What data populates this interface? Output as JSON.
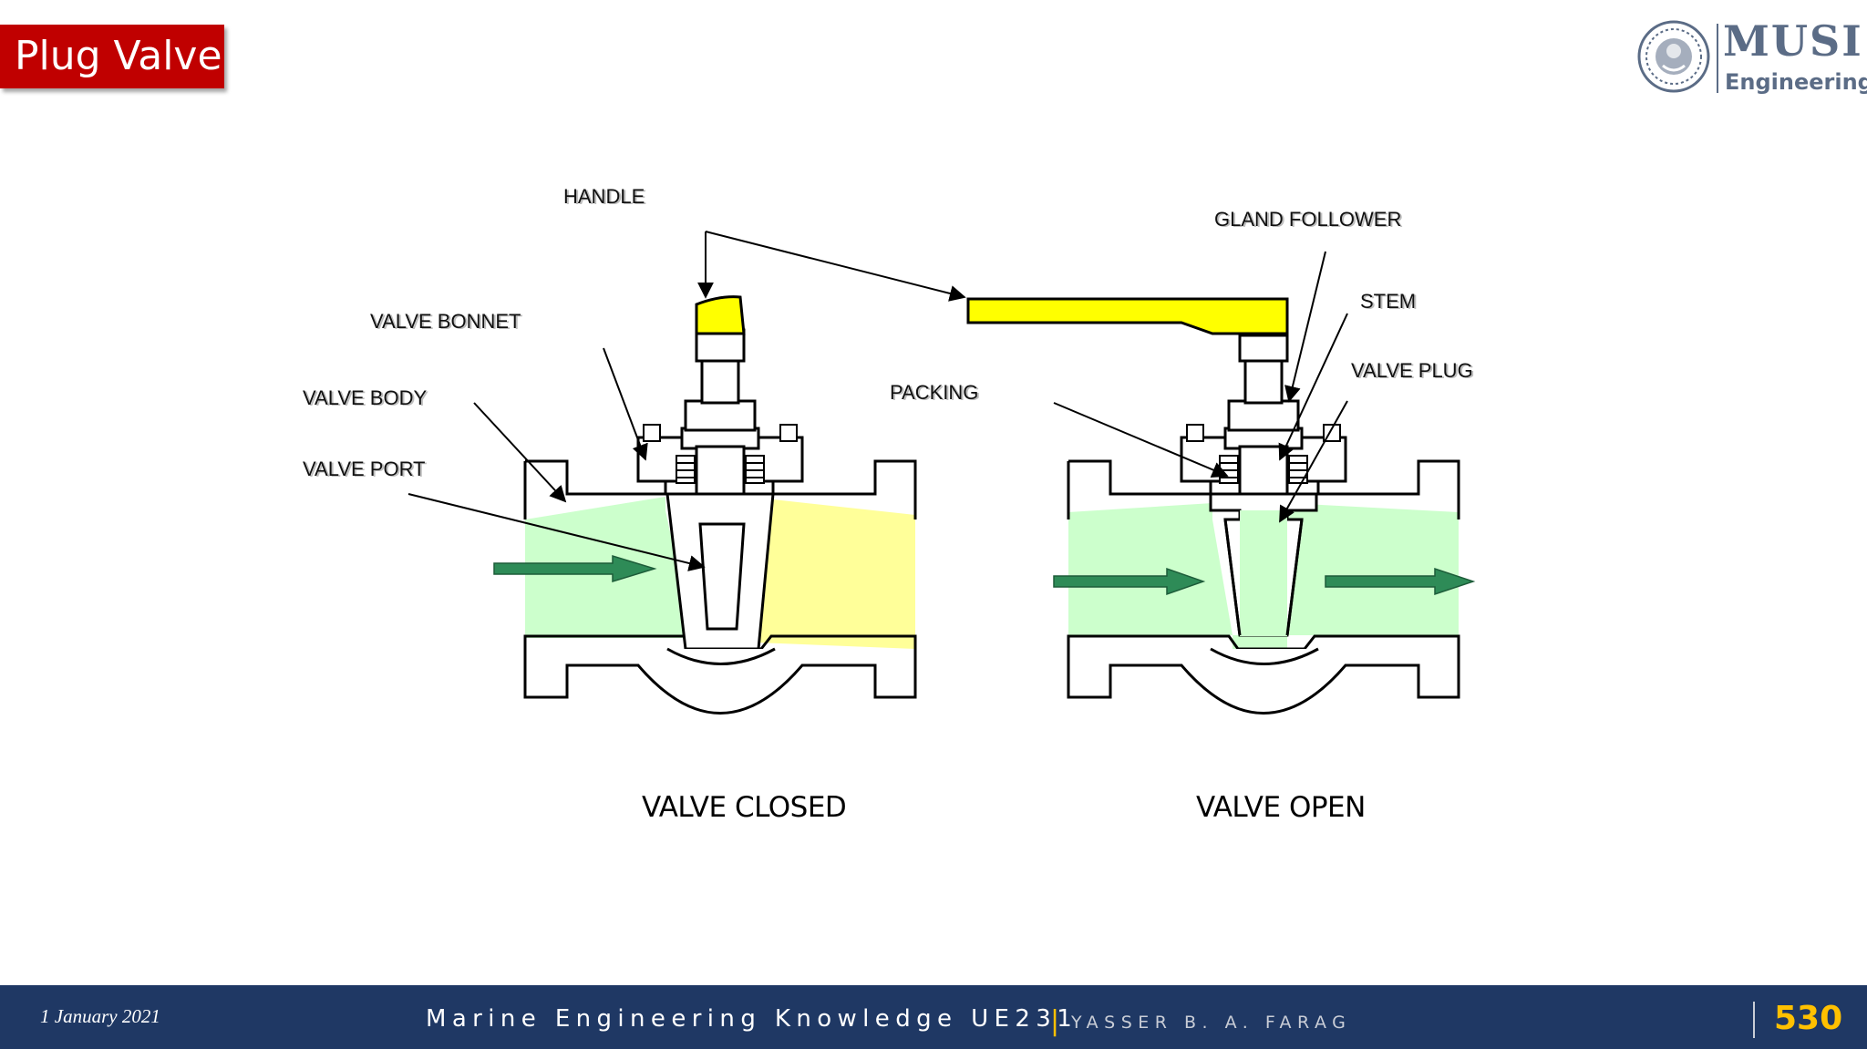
{
  "slide": {
    "title": "Plug Valve"
  },
  "logo": {
    "name": "MUSI",
    "subtitle": "Engineering"
  },
  "labels": {
    "handle": "HANDLE",
    "gland_follower": "GLAND FOLLOWER",
    "stem": "STEM",
    "valve_bonnet": "VALVE BONNET",
    "valve_plug": "VALVE PLUG",
    "packing": "PACKING",
    "valve_body": "VALVE BODY",
    "valve_port": "VALVE PORT"
  },
  "captions": {
    "closed": "VALVE CLOSED",
    "open": "VALVE OPEN"
  },
  "footer": {
    "date": "1 January 2021",
    "course": "Marine Engineering Knowledge UE231",
    "separator": "|",
    "author": "YASSER B. A. FARAG",
    "page": "530"
  },
  "colors": {
    "title_bg": "#c00000",
    "footer_bg": "#1f3864",
    "accent": "#ffc000",
    "fluid_green": "#ccffcc",
    "blocked_yellow": "#ffff99",
    "handle_yellow": "#ffff00",
    "arrow_green": "#2e8b57"
  }
}
